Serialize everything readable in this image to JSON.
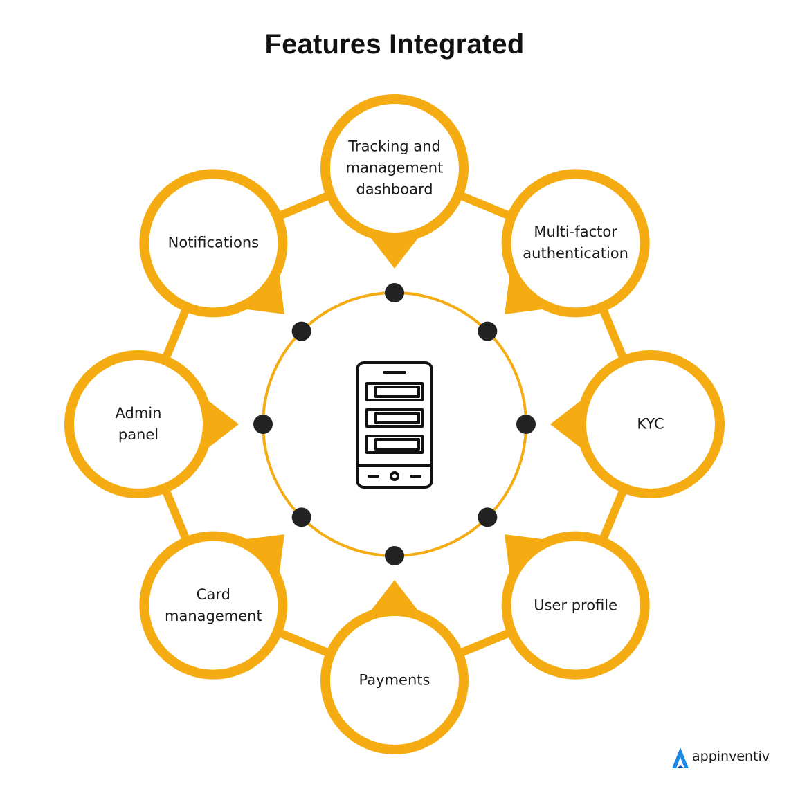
{
  "title": "Features Integrated",
  "colors": {
    "accent": "#F4AC12",
    "ring": "#F4AC12",
    "dot": "#222222",
    "icon": "#111111",
    "logo_blue": "#1E88E5"
  },
  "center": {
    "icon": "mobile-app-icon"
  },
  "features": [
    {
      "id": "tracking",
      "label": "Tracking and\nmanagement\ndashboard"
    },
    {
      "id": "mfa",
      "label": "Multi-factor\nauthentication"
    },
    {
      "id": "kyc",
      "label": "KYC"
    },
    {
      "id": "user-profile",
      "label": "User profile"
    },
    {
      "id": "payments",
      "label": "Payments"
    },
    {
      "id": "card-management",
      "label": "Card\nmanagement"
    },
    {
      "id": "admin-panel",
      "label": "Admin\npanel"
    },
    {
      "id": "notifications",
      "label": "Notifications"
    }
  ],
  "brand": {
    "name": "appinventiv",
    "icon": "appinventiv-logo-icon"
  }
}
